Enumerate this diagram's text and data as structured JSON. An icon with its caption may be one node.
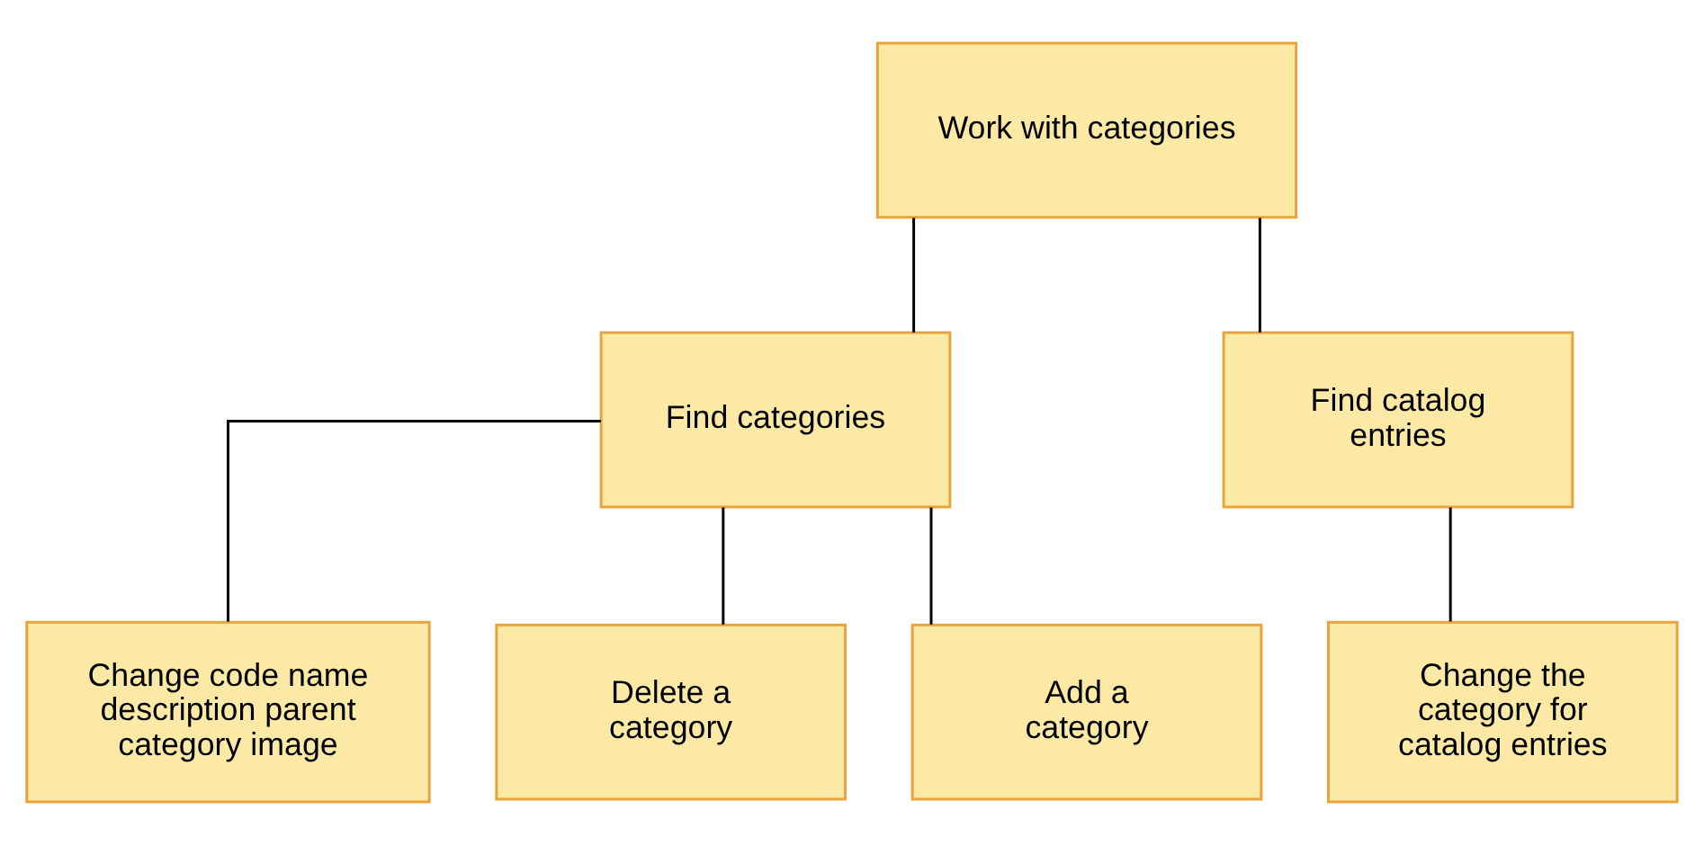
{
  "diagram": {
    "nodes": [
      {
        "text": [
          "Work with categories"
        ]
      },
      {
        "text": [
          "Find categories"
        ]
      },
      {
        "text": [
          "Find catalog entries"
        ]
      },
      {
        "text": [
          "Change code name description parent category image"
        ]
      },
      {
        "text": [
          "Delete a category"
        ]
      },
      {
        "text": [
          "Add a category"
        ]
      },
      {
        "text": [
          "Change the category for catalog entries"
        ]
      }
    ],
    "edges": [
      {
        "from": 0,
        "to": 1,
        "arrow": "none"
      },
      {
        "from": 0,
        "to": 2,
        "arrow": "none"
      },
      {
        "from": 1,
        "to": 3,
        "arrow": "none"
      },
      {
        "from": 1,
        "to": 4,
        "arrow": "none"
      },
      {
        "from": 1,
        "to": 5,
        "arrow": "none"
      },
      {
        "from": 2,
        "to": 6,
        "arrow": "none"
      }
    ]
  }
}
